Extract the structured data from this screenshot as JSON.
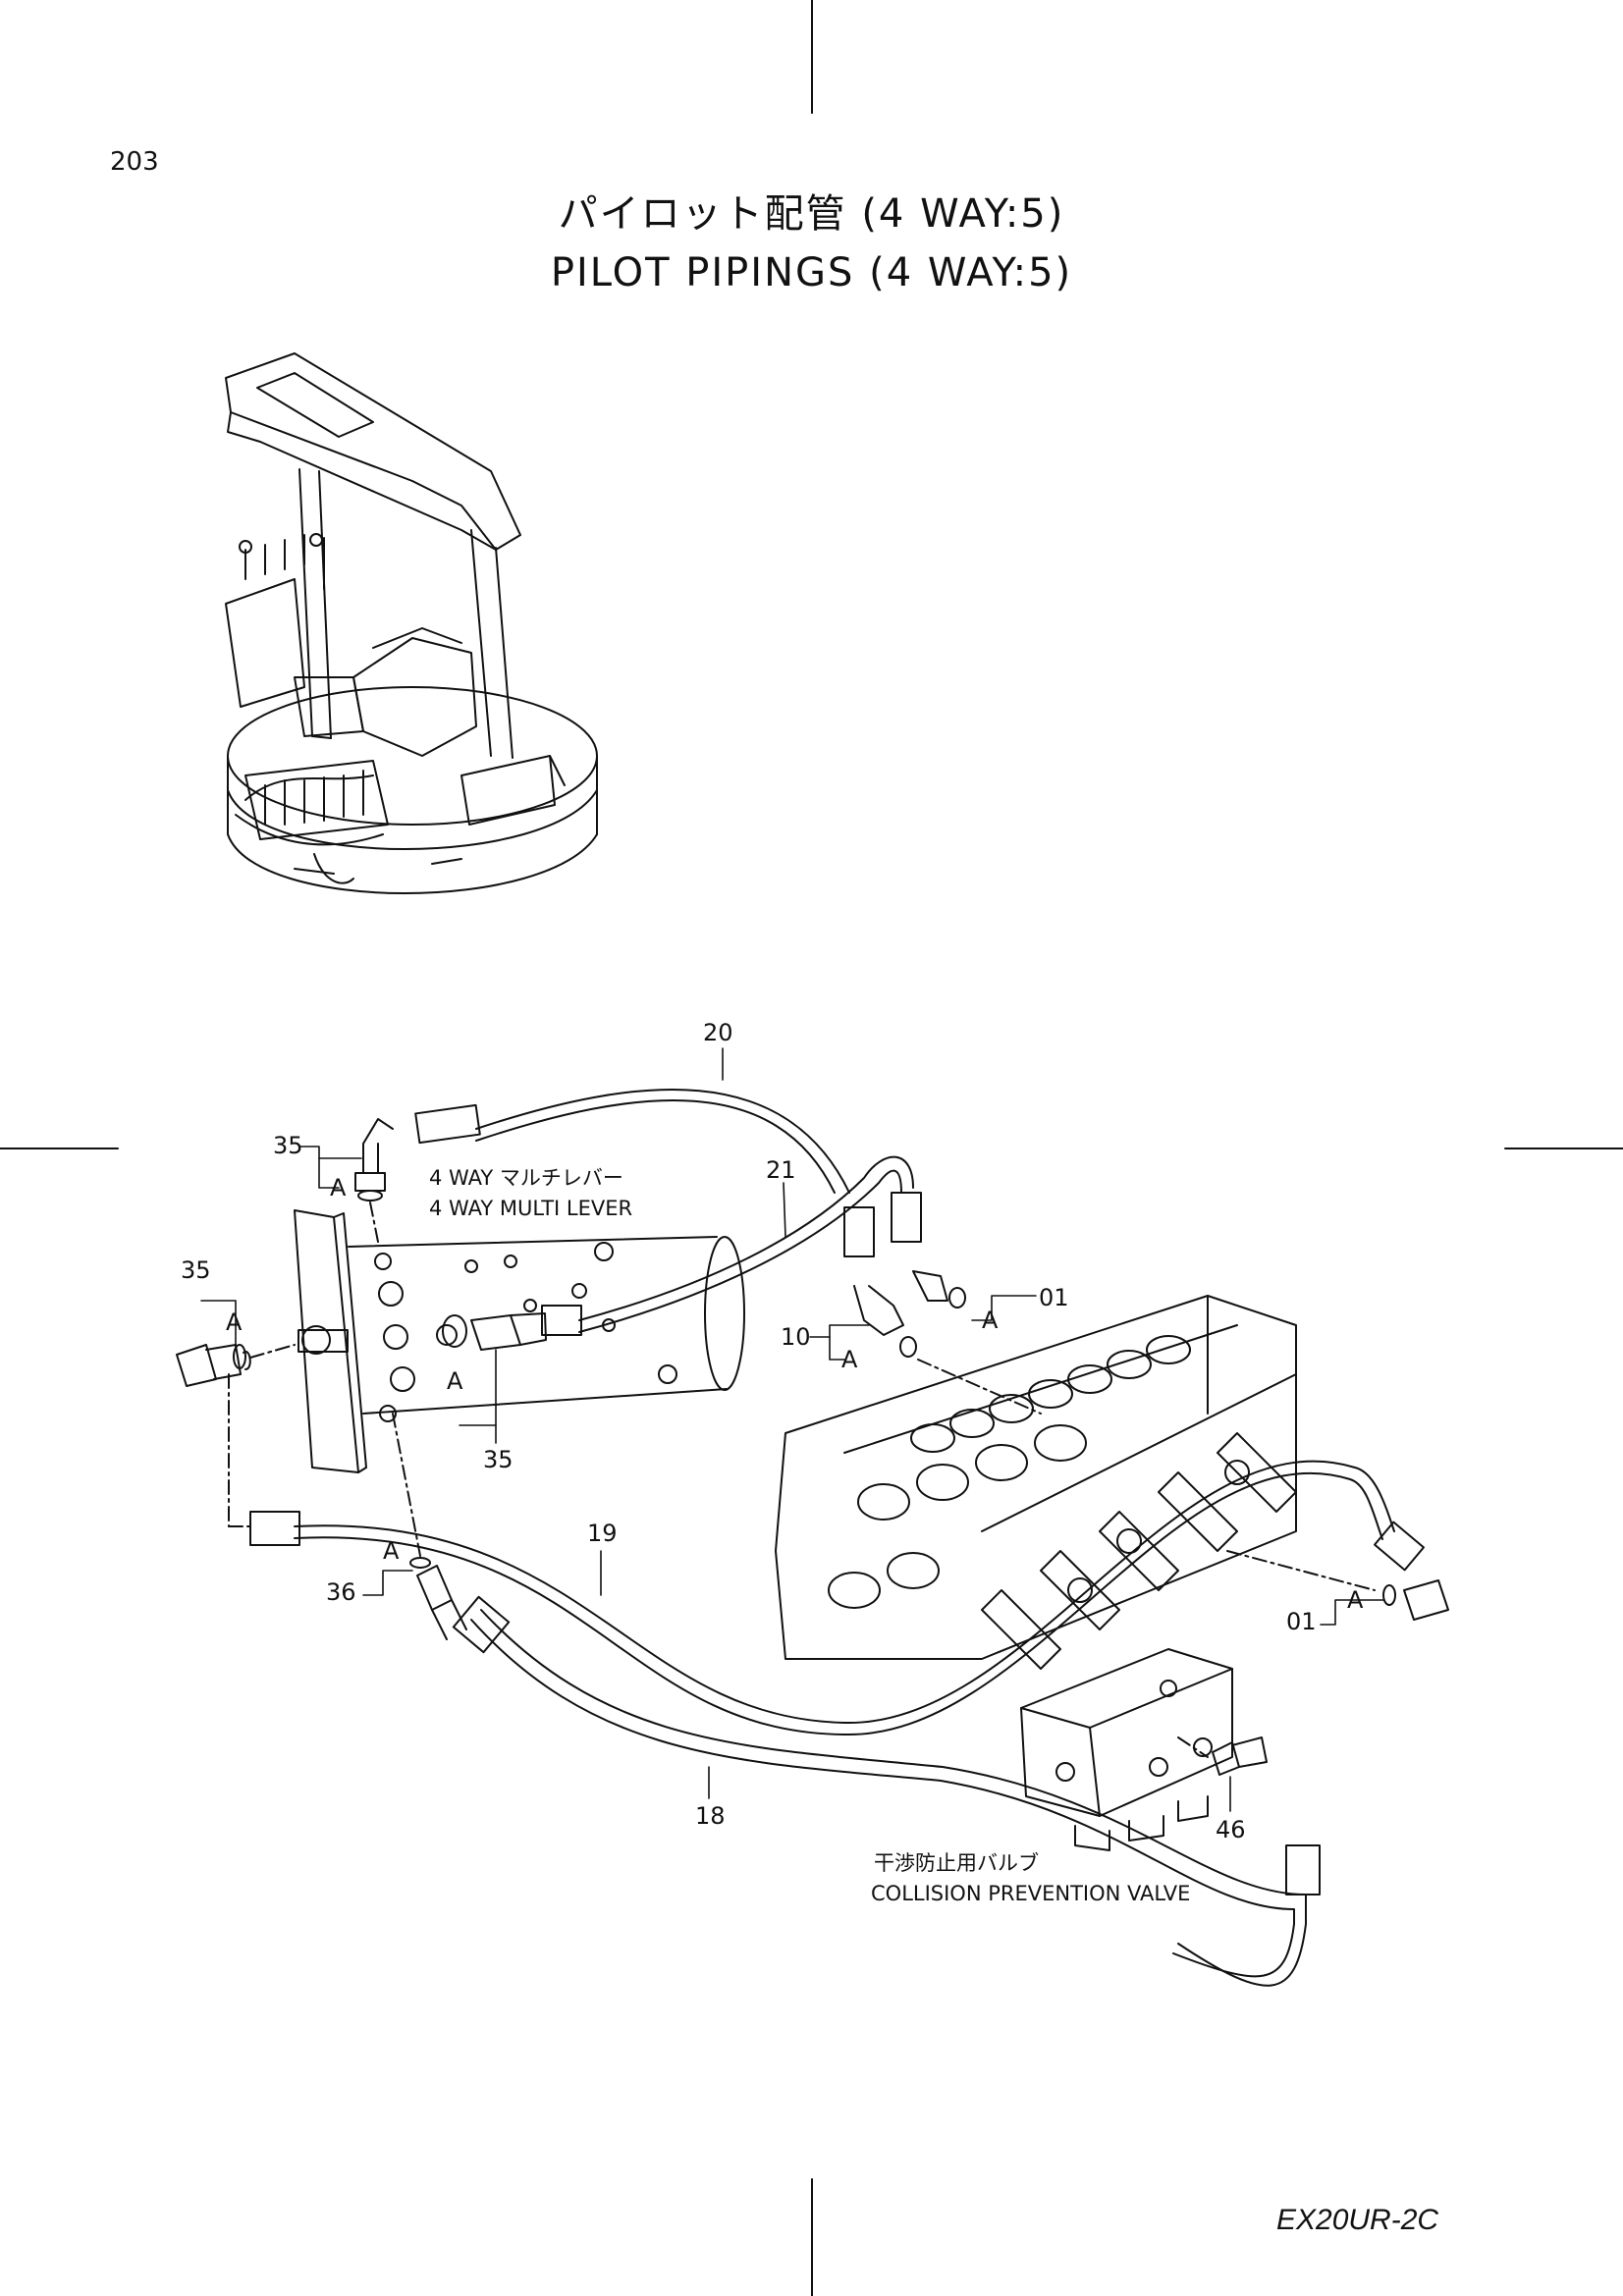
{
  "page_number": "203",
  "title_jp": "パイロット配管  (4 WAY:5)",
  "title_en": "PILOT  PIPINGS  (4 WAY:5)",
  "model": "EX20UR-2C",
  "components": {
    "multi_lever_jp": "4 WAY マルチレバー",
    "multi_lever_en": "4 WAY MULTI  LEVER",
    "collision_valve_jp": "干渉防止用バルブ",
    "collision_valve_en": "COLLISION PREVENTION VALVE"
  },
  "callouts": {
    "p20": "20",
    "p21": "21",
    "p35_top": "35",
    "p35_left": "35",
    "p35_bottom": "35",
    "p01_top": "01",
    "p01_right": "01",
    "p10": "10",
    "p19": "19",
    "p36": "36",
    "p18": "18",
    "p46": "46"
  },
  "detail_mark": "A"
}
